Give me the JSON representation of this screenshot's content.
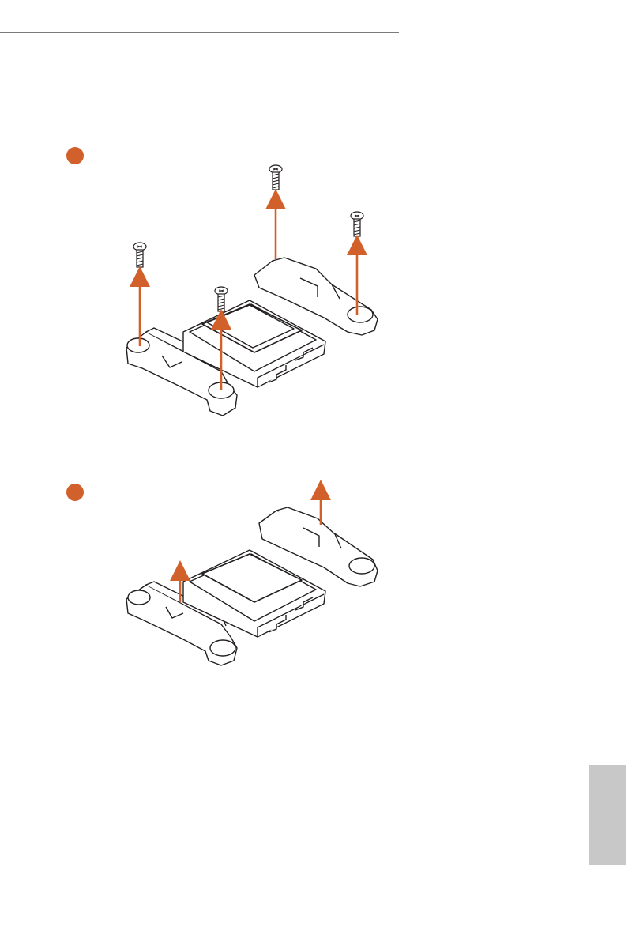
{
  "page": {
    "step_markers": [
      {
        "id": "step-1",
        "label": ""
      },
      {
        "id": "step-2",
        "label": ""
      }
    ],
    "colors": {
      "accent": "#d2602a",
      "line": "#231f20",
      "rule": "#7a7a7a",
      "tab": "#c8c8c8"
    },
    "figures": [
      {
        "name": "remove-screws-illustration",
        "icon": "screwdriver-removal-diagram",
        "screw_count": 4
      },
      {
        "name": "lift-bracket-illustration",
        "icon": "bracket-lift-diagram"
      }
    ],
    "language_tab": {
      "text": ""
    }
  }
}
